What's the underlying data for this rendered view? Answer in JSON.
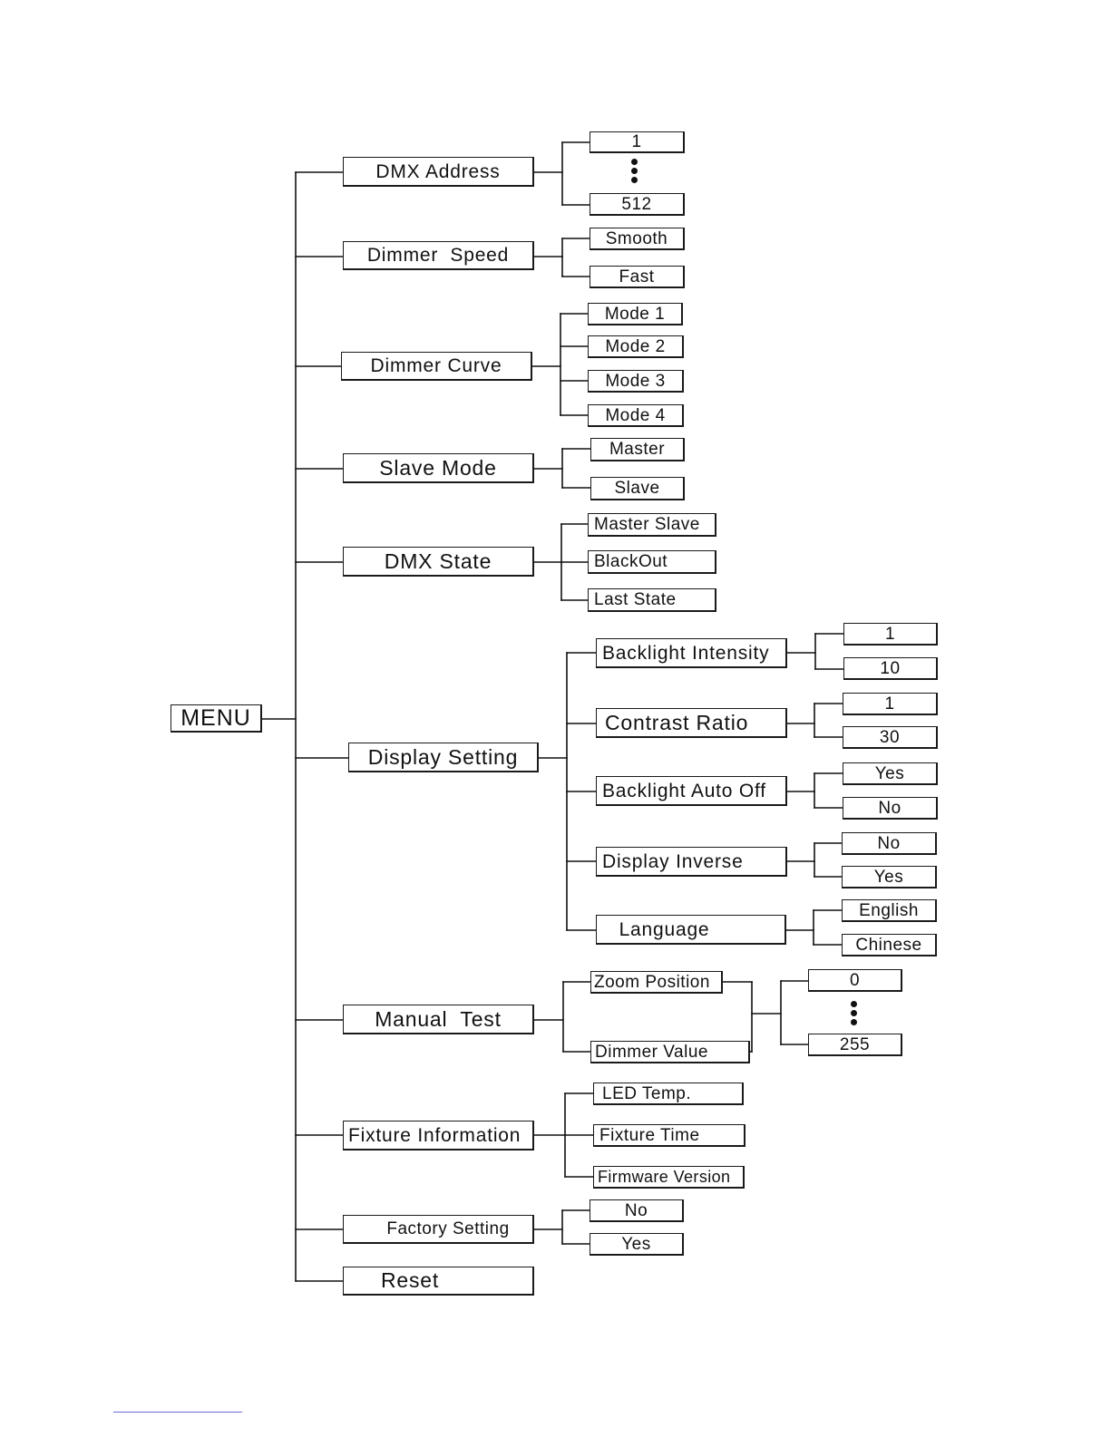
{
  "root": "MENU",
  "dmx_address": {
    "label": "DMX Address",
    "min": "1",
    "max": "512"
  },
  "dimmer_speed": {
    "label": "Dimmer  Speed",
    "options": [
      "Smooth",
      "Fast"
    ]
  },
  "dimmer_curve": {
    "label": "Dimmer Curve",
    "options": [
      "Mode 1",
      "Mode 2",
      "Mode 3",
      "Mode 4"
    ]
  },
  "slave_mode": {
    "label": "Slave Mode",
    "options": [
      "Master",
      "Slave"
    ]
  },
  "dmx_state": {
    "label": "DMX State",
    "options": [
      "Master Slave",
      "BlackOut",
      "Last State"
    ]
  },
  "display_setting": {
    "label": "Display Setting",
    "backlight_intensity": {
      "label": "Backlight Intensity",
      "min": "1",
      "max": "10"
    },
    "contrast_ratio": {
      "label": "Contrast Ratio",
      "min": "1",
      "max": "30"
    },
    "backlight_auto_off": {
      "label": "Backlight Auto Off",
      "options": [
        "Yes",
        "No"
      ]
    },
    "display_inverse": {
      "label": "Display Inverse",
      "options": [
        "No",
        "Yes"
      ]
    },
    "language": {
      "label": "Language",
      "options": [
        "English",
        "Chinese"
      ]
    }
  },
  "manual_test": {
    "label": "Manual  Test",
    "zoom_position": "Zoom Position",
    "dimmer_value": "Dimmer Value",
    "min": "0",
    "max": "255"
  },
  "fixture_information": {
    "label": "Fixture Information",
    "items": [
      "LED Temp.",
      "Fixture Time",
      "Firmware Version"
    ]
  },
  "factory_setting": {
    "label": "Factory Setting",
    "options": [
      "No",
      "Yes"
    ]
  },
  "reset": {
    "label": "Reset"
  }
}
